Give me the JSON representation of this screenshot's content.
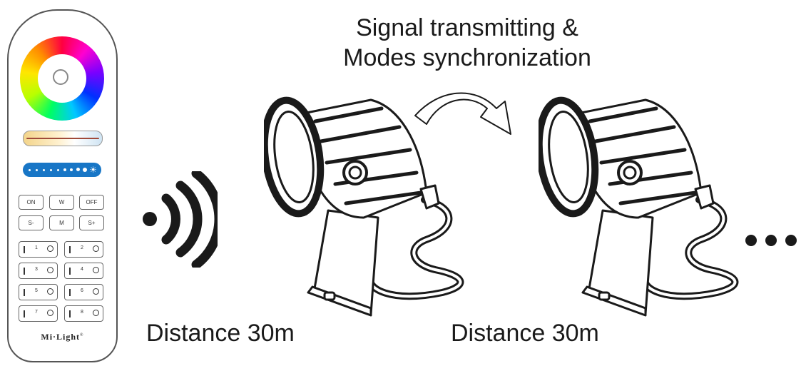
{
  "remote": {
    "buttons_row1": [
      "ON",
      "W",
      "OFF"
    ],
    "buttons_row2": [
      "S-",
      "M",
      "S+"
    ],
    "zones": [
      "1",
      "2",
      "3",
      "4",
      "5",
      "6",
      "7",
      "8"
    ],
    "logo": "Mi·Light",
    "logo_mark": "®"
  },
  "title": {
    "line1": "Signal transmitting &",
    "line2": "Modes synchronization"
  },
  "labels": {
    "distance1": "Distance 30m",
    "distance2": "Distance 30m"
  },
  "colors": {
    "outline": "#1a1a1a",
    "brightness_bar": "#1876c6"
  }
}
